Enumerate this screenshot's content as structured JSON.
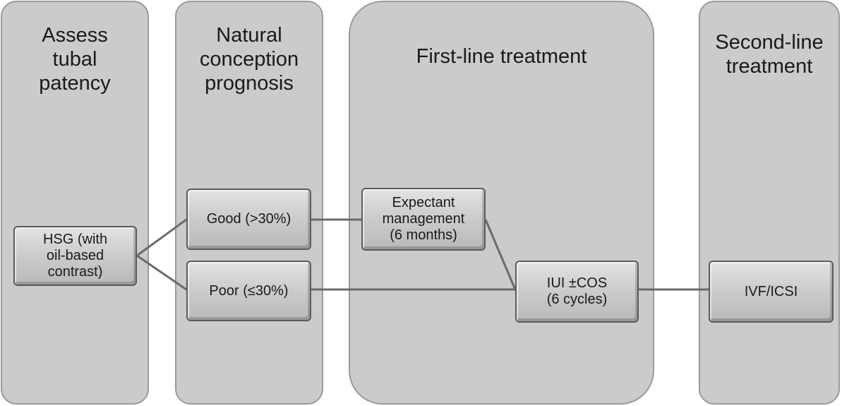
{
  "columns": [
    {
      "id": "assess",
      "title": "Assess\ntubal\npatency"
    },
    {
      "id": "prognosis",
      "title": "Natural\nconception\nprognosis"
    },
    {
      "id": "first",
      "title": "First-line treatment"
    },
    {
      "id": "second",
      "title": "Second-line\ntreatment"
    }
  ],
  "nodes": {
    "hsg": "HSG (with\noil-based\ncontrast)",
    "good": "Good (>30%)",
    "poor": "Poor (≤30%)",
    "expectant": "Expectant\nmanagement\n(6 months)",
    "iui": "IUI ±COS\n(6 cycles)",
    "ivf": "IVF/ICSI"
  },
  "edges": [
    {
      "from": "hsg",
      "to": "good"
    },
    {
      "from": "hsg",
      "to": "poor"
    },
    {
      "from": "good",
      "to": "expectant"
    },
    {
      "from": "poor",
      "to": "iui"
    },
    {
      "from": "expectant",
      "to": "iui"
    },
    {
      "from": "iui",
      "to": "ivf"
    }
  ]
}
